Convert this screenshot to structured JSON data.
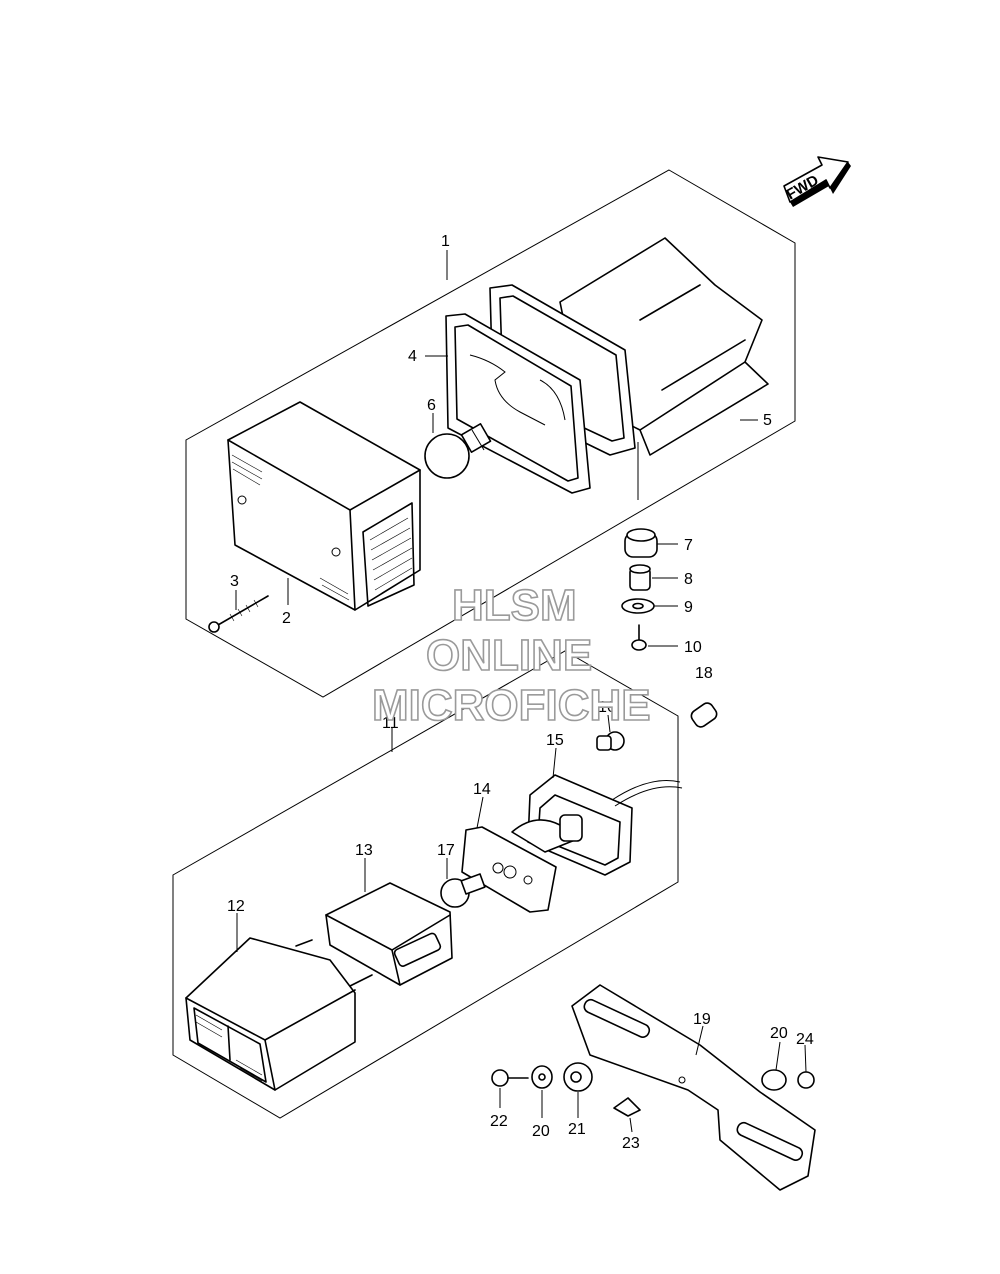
{
  "diagram": {
    "fwd_label": "FWD",
    "watermark": {
      "line1": "HLSM",
      "line2": "ONLINE",
      "line3": "MICROFICHE"
    },
    "callouts": {
      "p1": "1",
      "p2": "2",
      "p3": "3",
      "p4": "4",
      "p5": "5",
      "p6": "6",
      "p7": "7",
      "p8": "8",
      "p9": "9",
      "p10": "10",
      "p11": "11",
      "p12": "12",
      "p13": "13",
      "p14": "14",
      "p15": "15",
      "p16": "16",
      "p17": "17",
      "p18": "18",
      "p19": "19",
      "p20a": "20",
      "p20b": "20",
      "p21": "21",
      "p22": "22",
      "p23": "23",
      "p24": "24"
    }
  }
}
